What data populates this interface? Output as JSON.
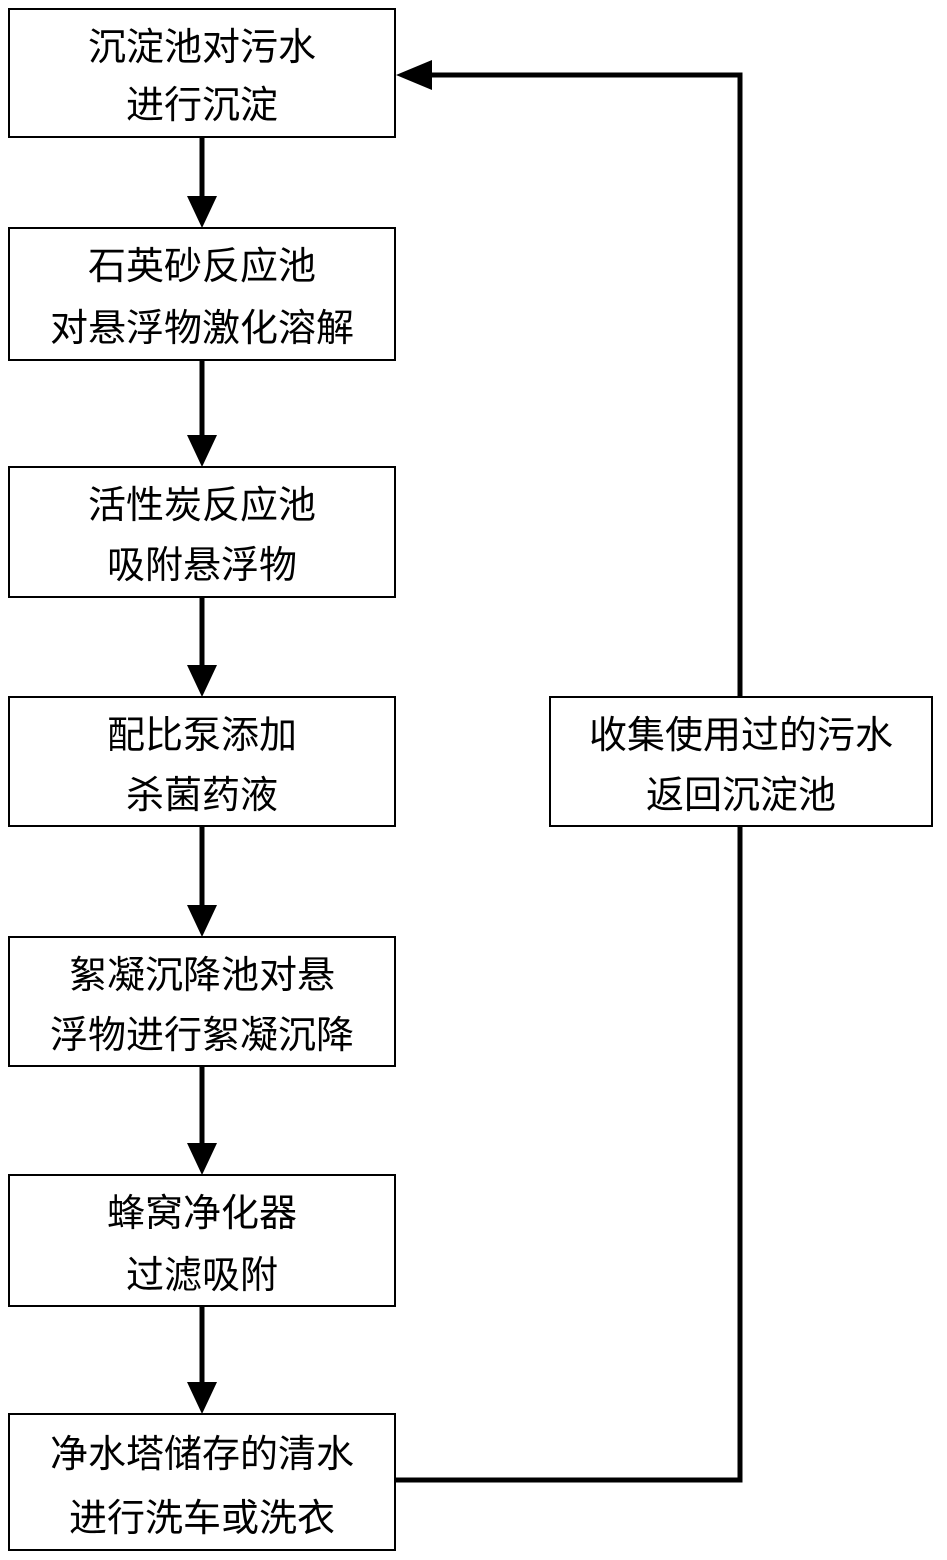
{
  "diagram": {
    "type": "flowchart",
    "steps": [
      {
        "id": "settling",
        "line1": "沉淀池对污水",
        "line2": "进行沉淀"
      },
      {
        "id": "quartz",
        "line1": "石英砂反应池",
        "line2": "对悬浮物激化溶解"
      },
      {
        "id": "carbon",
        "line1": "活性炭反应池",
        "line2": "吸附悬浮物"
      },
      {
        "id": "dosing",
        "line1": "配比泵添加",
        "line2": "杀菌药液"
      },
      {
        "id": "flocculation",
        "line1": "絮凝沉降池对悬",
        "line2": "浮物进行絮凝沉降"
      },
      {
        "id": "honeycomb",
        "line1": "蜂窝净化器",
        "line2": "过滤吸附"
      },
      {
        "id": "tower",
        "line1": "净水塔储存的清水",
        "line2": "进行洗车或洗衣"
      }
    ],
    "return_step": {
      "id": "collect",
      "line1": "收集使用过的污水",
      "line2": "返回沉淀池"
    },
    "colors": {
      "stroke": "#000000",
      "background": "#ffffff"
    }
  }
}
